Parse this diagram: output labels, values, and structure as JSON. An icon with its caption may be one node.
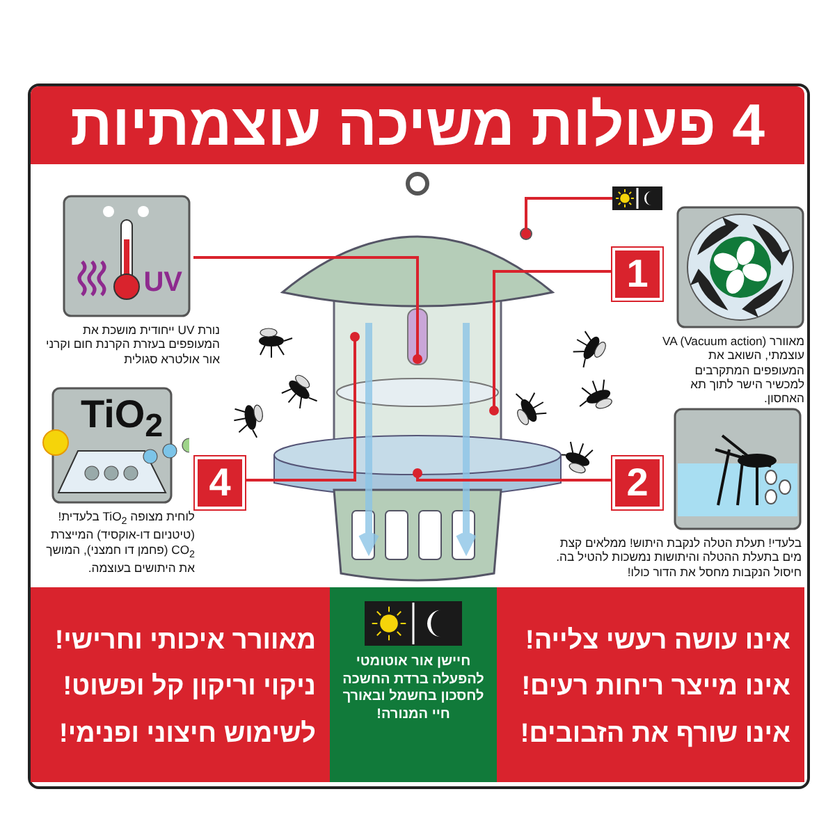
{
  "diagram": {
    "title": "4 פעולות משיכה עוצמתיות",
    "nodes": [
      {
        "text": [
          "UV",
          "נורת UV ייחודית מושכת את המעופפים בעזרת הקרנת חום וקרני אור אולטרא סגולית"
        ]
      },
      {
        "text": [
          "1"
        ]
      },
      {
        "text": [
          "מאוורר VA (Vacuum action) עוצמתי, השואב את המעופפים המתקרבים למכשיר הישר לתוך תא האחסון."
        ]
      },
      {
        "text": [
          "2"
        ]
      },
      {
        "text": [
          "בלעדי! תעלת הטלה לנקבת היתוש! ממלאים קצת מים בתעלת ההטלה והיתושות נמשכות להטיל בה. חיסול הנקבות מחסל את הדור כולו!"
        ]
      },
      {
        "text": [
          "4"
        ]
      },
      {
        "text": [
          "TiO$_{2}$",
          "לוחית מצופה TiO$_{2}$ בלעדית! (טיטניום דו-אוקסיד) המייצרת CO$_{2}$ (פחמן דו חמצני), המושך את היתושים בעוצמה."
        ]
      },
      {
        "text": [],
        "shape": "picture"
      },
      {
        "text": [],
        "shape": "picture"
      },
      {
        "text": [
          "מאוורר איכותי וחרישי!",
          "ניקוי וריקון קל ופשוט!",
          "לשימוש חיצוני ופנימי!"
        ]
      },
      {
        "text": [
          "חיישן אור אוטומטי להפעלה ברדת החשכה לחסכון בחשמל ובאורך חיי המנורה!"
        ]
      },
      {
        "text": [
          "אינו עושה רעשי צלייה!",
          "אינו מייצר ריחות רעים!",
          "אינו שורף את הזבובים!"
        ]
      }
    ],
    "edges": [
      {
        "from": 0,
        "to": 7,
        "arrow": "other"
      },
      {
        "from": 8,
        "to": 7,
        "arrow": "other"
      },
      {
        "from": 1,
        "to": 7,
        "arrow": "other"
      },
      {
        "from": 3,
        "to": 7,
        "arrow": "other"
      },
      {
        "from": 5,
        "to": 7,
        "arrow": "other"
      }
    ]
  }
}
